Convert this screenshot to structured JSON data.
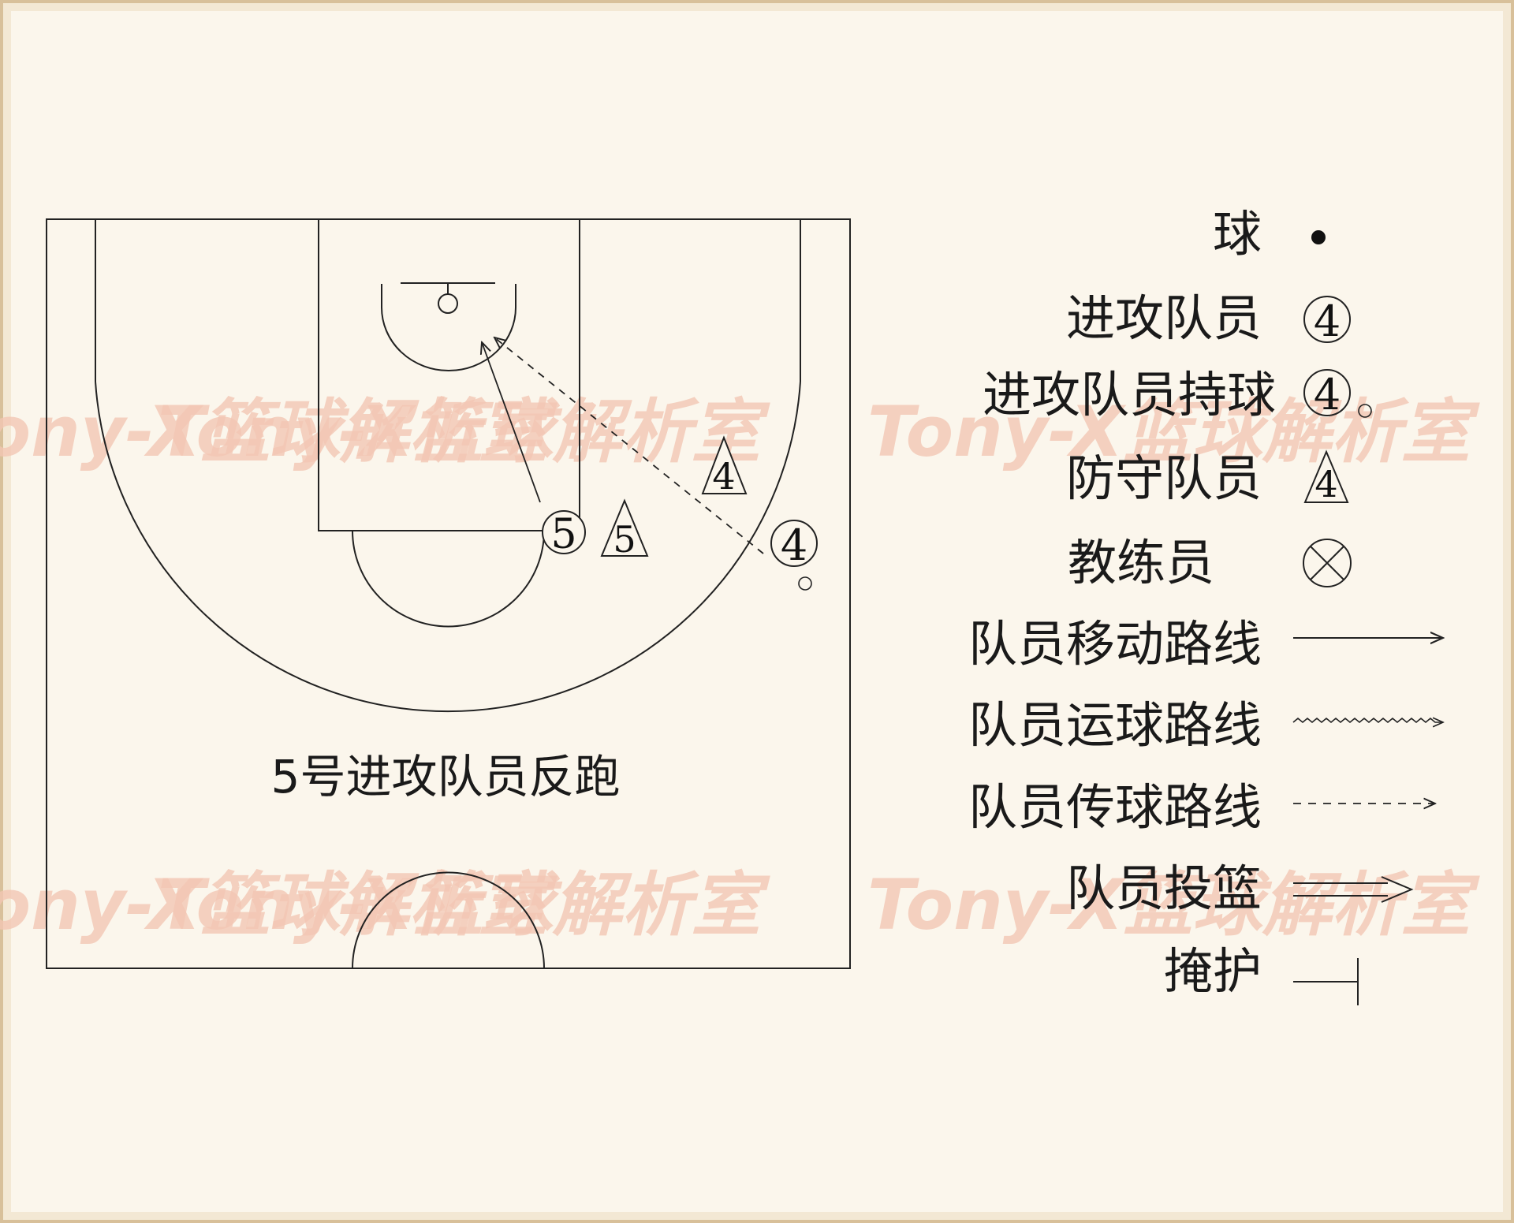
{
  "watermark": "Tony-X篮球解析室",
  "court": {
    "caption": "5号进攻队员反跑",
    "players": {
      "offense_5": "5",
      "defense_5": "5",
      "defense_4": "4",
      "offense_4": "4"
    }
  },
  "legend": {
    "ball": "球",
    "offense_player": "进攻队员",
    "offense_player_number": "4",
    "offense_with_ball": "进攻队员持球",
    "offense_with_ball_number": "4",
    "defense_player": "防守队员",
    "defense_player_number": "4",
    "coach": "教练员",
    "move_path": "队员移动路线",
    "dribble_path": "队员运球路线",
    "pass_path": "队员传球路线",
    "shot": "队员投篮",
    "screen": "掩护"
  }
}
